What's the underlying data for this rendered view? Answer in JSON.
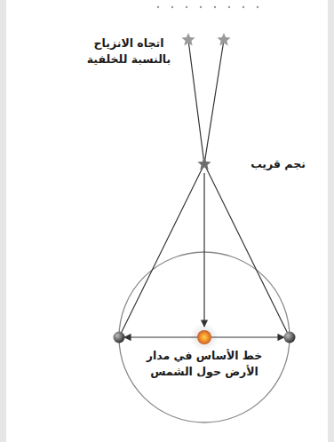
{
  "diagram": {
    "labels": [
      "اتجاه الانزياح بالنسبة للخلفية",
      "نجم قريب",
      "خط الأساس في مدار الأرض حول الشمس"
    ]
  }
}
